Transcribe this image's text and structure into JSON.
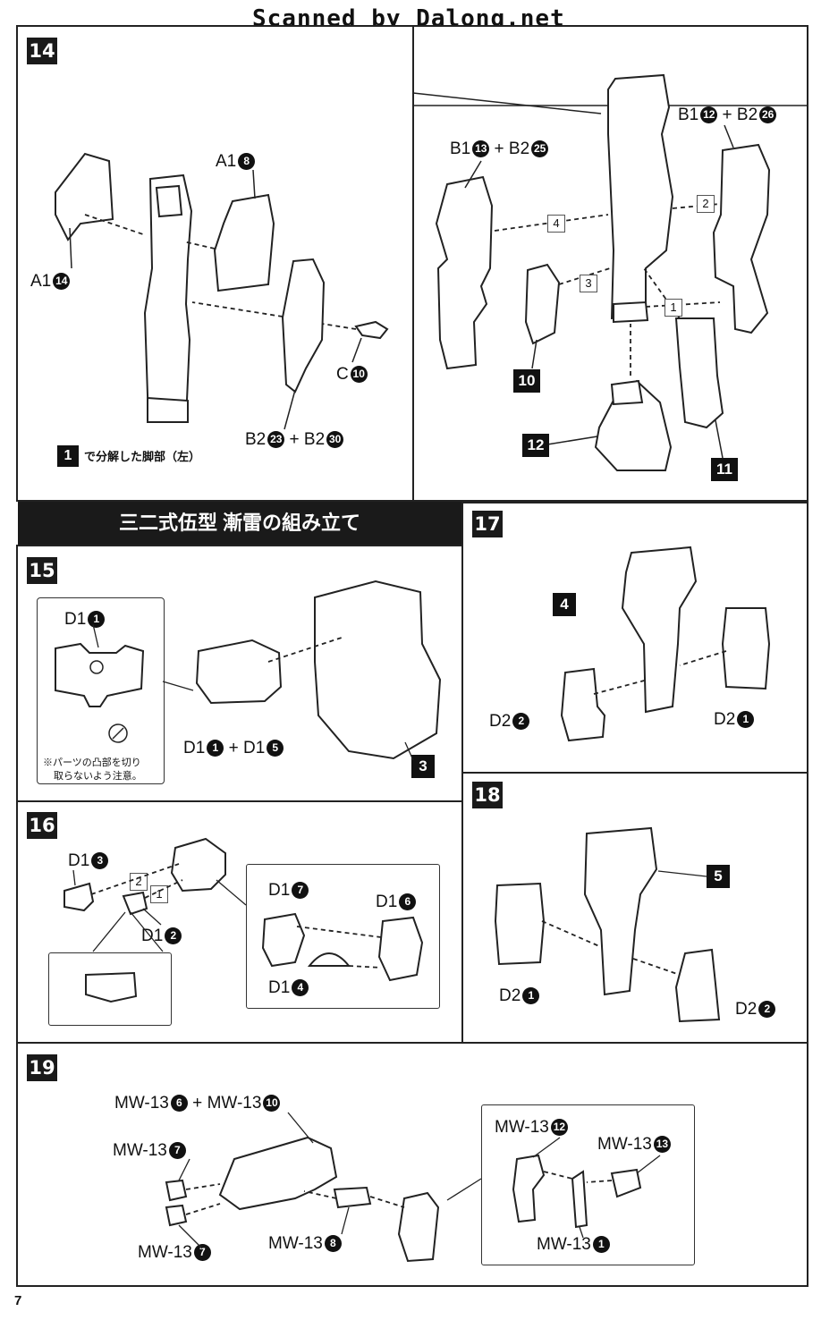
{
  "header": {
    "watermark": "Scanned by Dalong.net"
  },
  "page_number": "7",
  "steps": {
    "s14": {
      "num": "14",
      "left": {
        "a1_top": "A1",
        "a1_top_n": "8",
        "a1_left": "A1",
        "a1_left_n": "14",
        "c": "C",
        "c_n": "10",
        "b2a": "B2",
        "b2a_n": "23",
        "plus": "+",
        "b2b": "B2",
        "b2b_n": "30",
        "note_n": "1",
        "note": "で分解した脚部（左）"
      },
      "right": {
        "b1a": "B1",
        "b1a_n": "13",
        "b2a": "B2",
        "b2a_n": "25",
        "b1b": "B1",
        "b1b_n": "12",
        "b2b": "B2",
        "b2b_n": "26",
        "arrow1": "1",
        "arrow2": "2",
        "arrow3": "3",
        "arrow4": "4",
        "part10": "10",
        "part11": "11",
        "part12": "12"
      }
    },
    "title": "三二式伍型 漸雷の組み立て",
    "s15": {
      "num": "15",
      "d1": "D1",
      "d1_n": "1",
      "note1": "※パーツの凸部を切り",
      "note2": "取らないよう注意。",
      "d1b": "D1",
      "d1b_n": "1",
      "plus": "+",
      "d1c": "D1",
      "d1c_n": "5",
      "part3": "3"
    },
    "s16": {
      "num": "16",
      "d1_3": "D1",
      "n3": "3",
      "d1_2": "D1",
      "n2": "2",
      "a1": "1",
      "a2": "2",
      "d1_7": "D1",
      "n7": "7",
      "d1_6": "D1",
      "n6": "6",
      "d1_4": "D1",
      "n4": "4"
    },
    "s17": {
      "num": "17",
      "part4": "4",
      "d2a": "D2",
      "d2a_n": "2",
      "d2b": "D2",
      "d2b_n": "1"
    },
    "s18": {
      "num": "18",
      "part5": "5",
      "d2a": "D2",
      "d2a_n": "1",
      "d2b": "D2",
      "d2b_n": "2"
    },
    "s19": {
      "num": "19",
      "mw6": "MW-13",
      "mw6_n": "6",
      "plus": "+",
      "mw10": "MW-13",
      "mw10_n": "10",
      "mw7a": "MW-13",
      "mw7a_n": "7",
      "mw7b": "MW-13",
      "mw7b_n": "7",
      "mw8": "MW-13",
      "mw8_n": "8",
      "mw12": "MW-13",
      "mw12_n": "12",
      "mw13": "MW-13",
      "mw13_n": "13",
      "mw1": "MW-13",
      "mw1_n": "1"
    }
  }
}
